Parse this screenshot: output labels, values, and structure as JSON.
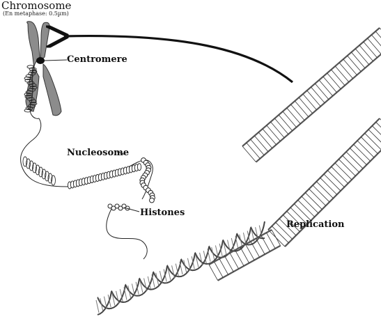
{
  "diagram": {
    "title": "Chromosome",
    "subtitle": "(En metaphase: 0.5µm)",
    "labels": {
      "centromere": "Centromere",
      "nucleosome": "Nucleosome",
      "histones": "Histones",
      "replication": "Replication"
    },
    "colors": {
      "chromosome_fill": "#8c8c8c",
      "centromere": "#111111",
      "ink": "#222222",
      "backbone": "#555555"
    }
  }
}
